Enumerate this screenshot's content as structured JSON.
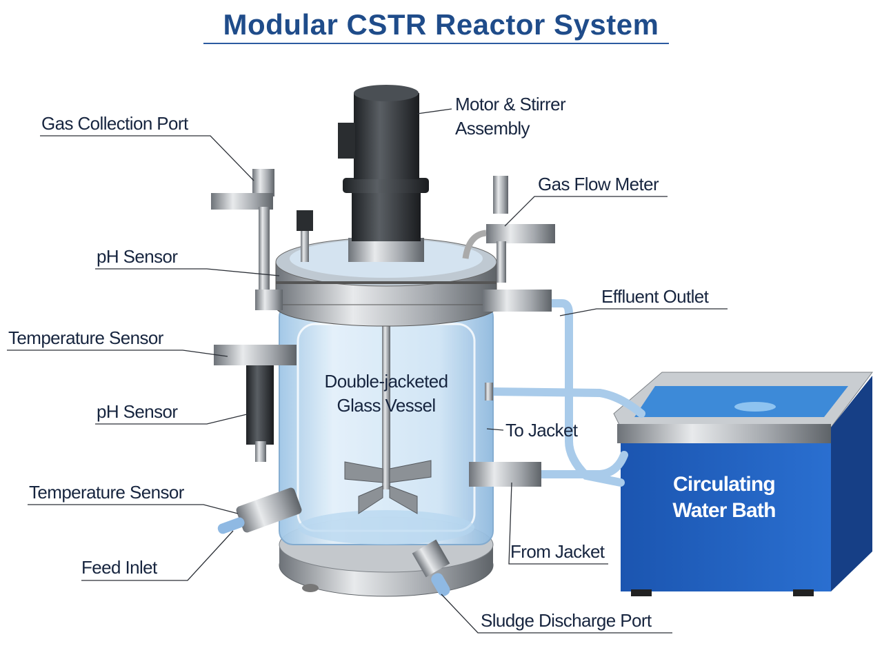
{
  "title": "Modular CSTR Reactor System",
  "labels": {
    "gas_collection_port": "Gas Collection Port",
    "motor_line1": "Motor & Stirrer",
    "motor_line2": "Assembly",
    "gas_flow_meter": "Gas Flow Meter",
    "ph_sensor_top": "pH Sensor",
    "effluent_outlet": "Effluent Outlet",
    "temperature_sensor_top": "Temperature Sensor",
    "vessel_line1": "Double-jacketed",
    "vessel_line2": "Glass Vessel",
    "ph_sensor_bottom": "pH Sensor",
    "to_jacket": "To Jacket",
    "bath_line1": "Circulating",
    "bath_line2": "Water Bath",
    "temperature_sensor_bottom": "Temperature Sensor",
    "from_jacket": "From Jacket",
    "feed_inlet": "Feed Inlet",
    "sludge_discharge_port": "Sludge Discharge Port"
  },
  "colors": {
    "title": "#1f4c8a",
    "label_text": "#17253f",
    "bath_blue": "#1f5fbf",
    "glass": "#cfe4f5",
    "steel": "#a9adb2"
  }
}
